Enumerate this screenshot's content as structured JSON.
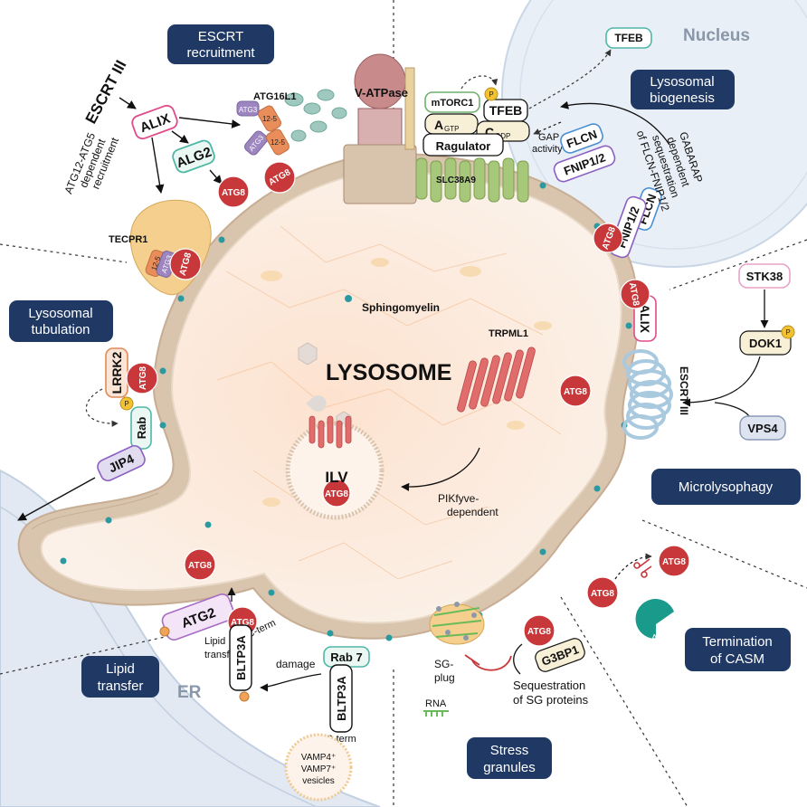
{
  "pills": {
    "escrt_recruitment": [
      "ESCRT",
      "recruitment"
    ],
    "lysosomal_biogenesis": [
      "Lysosomal",
      "biogenesis"
    ],
    "lysosomal_tubulation": [
      "Lysosomal",
      "tubulation"
    ],
    "microlysophagy": "Microlysophagy",
    "termination_casm": [
      "Termination",
      "of CASM"
    ],
    "lipid_transfer": [
      "Lipid",
      "transfer"
    ],
    "stress_granules": [
      "Stress",
      "granules"
    ]
  },
  "regions": {
    "nucleus": "Nucleus",
    "er": "ER",
    "lysosome": "LYSOSOME",
    "ilv": "ILV"
  },
  "escrt_panel": {
    "escrt3": "ESCRT III",
    "alix": "ALIX",
    "alg2": "ALG2",
    "atg16l1": "ATG16L1",
    "atg3": "ATG3",
    "atg12_5": "12-5",
    "tecpr1": "TECPR1",
    "dependent_recruitment": [
      "ATG12-ATG5",
      "dependent",
      "recruitment"
    ]
  },
  "mtor_panel": {
    "v_atpase": "V-ATPase",
    "mtorc1": "mTORC1",
    "tfeb": "TFEB",
    "phospho": "P",
    "a_gtp": "A",
    "a_gtp_sub": "GTP",
    "c_gdp": "C",
    "c_gdp_sub": "GDP",
    "ragulator": "Ragulator",
    "slc38a9": "SLC38A9",
    "gap_activity": [
      "GAP",
      "activity"
    ],
    "flcn": "FLCN",
    "fnip": "FNIP1/2",
    "gabarap_text": [
      "GABARAP",
      "dependent",
      "sequestration",
      "of FLCN-FNIP1/2"
    ],
    "tfeb_nuclear": "TFEB"
  },
  "micro_panel": {
    "stk38": "STK38",
    "dok1": "DOK1",
    "vps4": "VPS4",
    "alix": "ALIX",
    "escrt3": "ESCRT III",
    "trpml1": "TRPML1",
    "pikfyve": [
      "PIKfyve-",
      "dependent"
    ]
  },
  "sphingomyelin": "Sphingomyelin",
  "tubulation_panel": {
    "lrrk2": "LRRK2",
    "rab": "Rab",
    "jip4": "JIP4",
    "phospho": "P"
  },
  "lipid_panel": {
    "atg2": "ATG2",
    "lipid_transfer": [
      "Lipid",
      "transfer"
    ],
    "c_term": "C-term",
    "bltp3a": "BLTP3A",
    "rab7": "Rab 7",
    "damage": "damage",
    "vamp": [
      "VAMP4⁺",
      "VAMP7⁺",
      "vesicles"
    ]
  },
  "sg_panel": {
    "g3bp1": "G3BP1",
    "sg_plug": [
      "SG-",
      "plug"
    ],
    "sequestration": [
      "Sequestration",
      "of SG proteins"
    ],
    "rna": "RNA"
  },
  "casm_panel": {
    "atg4": "ATG4"
  },
  "atg8": "ATG8",
  "colors": {
    "pill": "#1f3864",
    "atg8": "#c8383a",
    "membrane": "#d8c3ad",
    "lumen": "#fbeee2",
    "nucleus": "#e6edf5",
    "er": "#dfe7f0",
    "atg3": "#9d86c0",
    "atg12_5": "#e98d5a",
    "atg16l1": "#9fc8bf",
    "trpml1": "#e06c6c",
    "slc38a9": "#a7c77a",
    "escrt_spiral": "#a9c9df",
    "atg4": "#1a9a8a"
  }
}
